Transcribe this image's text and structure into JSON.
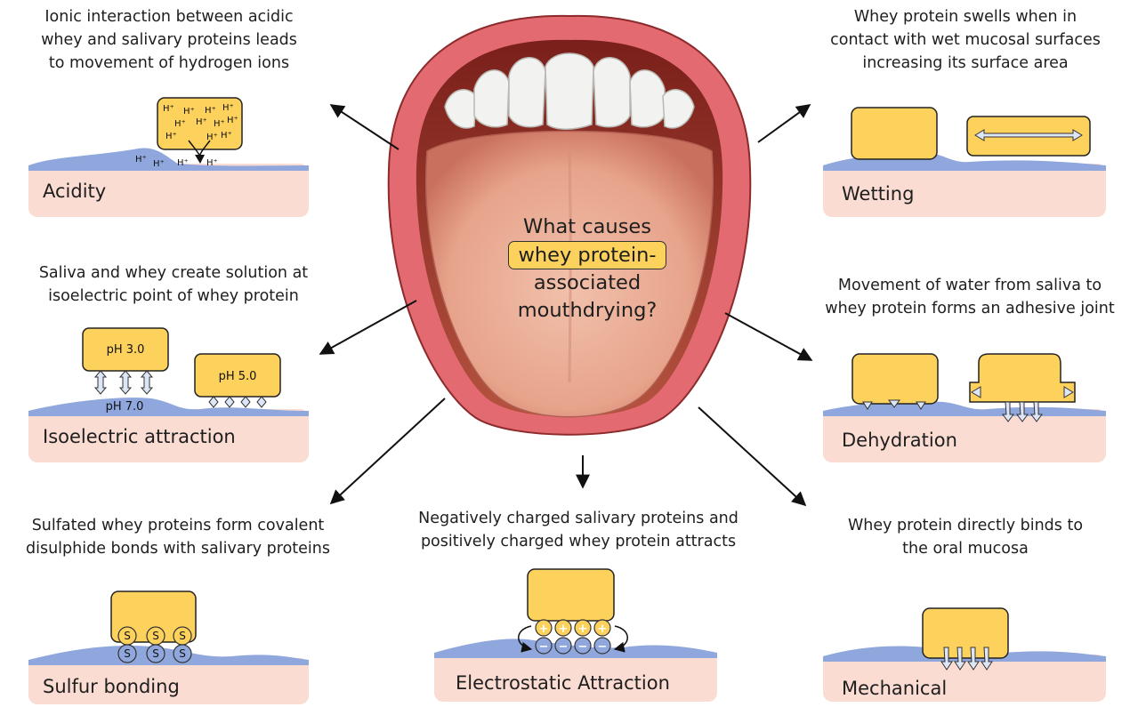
{
  "center_question": {
    "line1": "What causes",
    "highlight": "whey protein-",
    "line3": "associated",
    "line4": "mouthdrying?"
  },
  "panels": {
    "acidity": {
      "title": "Acidity",
      "caption": [
        "Ionic interaction between acidic",
        "whey and salivary proteins leads",
        "to movement of hydrogen ions"
      ],
      "ion": "H⁺"
    },
    "wetting": {
      "title": "Wetting",
      "caption": [
        "Whey protein swells when in",
        "contact with wet mucosal surfaces",
        "increasing its surface area"
      ]
    },
    "isoelectric": {
      "title": "Isoelectric attraction",
      "caption": [
        "Saliva and whey create solution at",
        "isoelectric point of whey protein"
      ],
      "ph_block_1": "pH 3.0",
      "ph_block_2": "pH 5.0",
      "ph_saliva": "pH 7.0"
    },
    "dehydration": {
      "title": "Dehydration",
      "caption": [
        "Movement of water from saliva to",
        "whey protein forms an adhesive joint"
      ]
    },
    "sulfur": {
      "title": "Sulfur bonding",
      "caption": [
        "Sulfated whey proteins form covalent",
        "disulphide bonds with salivary proteins"
      ],
      "atom": "S"
    },
    "electrostatic": {
      "title": "Electrostatic Attraction",
      "caption": [
        "Negatively charged salivary proteins and",
        "positively charged whey protein attracts"
      ],
      "plus": "+",
      "minus": "−"
    },
    "mechanical": {
      "title": "Mechanical",
      "caption": [
        "Whey protein directly binds to",
        "the oral mucosa"
      ]
    }
  },
  "colors": {
    "whey": "#fcd15c",
    "saliva": "#8fa7dd",
    "mucosa": "#fbdcd3",
    "arrow_fill": "#dde6f7",
    "lip": "#e26a70",
    "tongue": "#e7a38b",
    "teeth": "#f2f2f0"
  }
}
